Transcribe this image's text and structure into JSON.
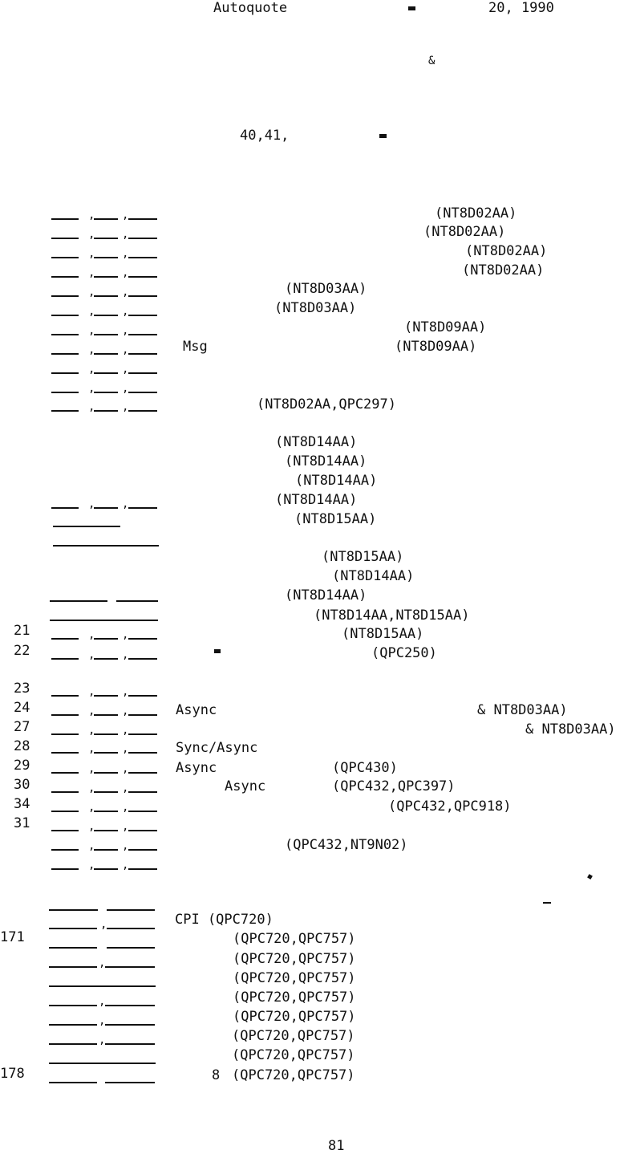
{
  "header": {
    "title": "Autoquote",
    "bullet": "▪",
    "date": "20, 1990",
    "ampersand": "&",
    "numbers": "40,41,",
    "bullet2": "▪"
  },
  "top_rows": [
    {
      "num": "",
      "blanks": "date",
      "label": "",
      "code": "(NT8D02AA)"
    },
    {
      "num": "",
      "blanks": "date",
      "label": "",
      "code": "(NT8D02AA)"
    },
    {
      "num": "",
      "blanks": "date",
      "label": "",
      "code": "(NT8D02AA)"
    },
    {
      "num": "",
      "blanks": "date",
      "label": "",
      "code": "(NT8D02AA)"
    },
    {
      "num": "",
      "blanks": "date",
      "label": "",
      "code": "(NT8D03AA)"
    },
    {
      "num": "",
      "blanks": "date",
      "label": "",
      "code": "(NT8D03AA)"
    },
    {
      "num": "",
      "blanks": "date",
      "label": "",
      "code": "(NT8D09AA)"
    },
    {
      "num": "",
      "blanks": "date",
      "label": "Msg",
      "code": "(NT8D09AA)"
    },
    {
      "num": "",
      "blanks": "date",
      "label": "",
      "code": ""
    },
    {
      "num": "",
      "blanks": "date",
      "label": "",
      "code": ""
    },
    {
      "num": "",
      "blanks": "date",
      "label": "",
      "code": "(NT8D02AA,QPC297)"
    }
  ],
  "middle_rows": [
    {
      "code": "(NT8D14AA)"
    },
    {
      "code": "(NT8D14AA)"
    },
    {
      "code": "(NT8D14AA)"
    },
    {
      "code": "(NT8D14AA)"
    },
    {
      "code": "(NT8D15AA)"
    },
    {
      "code": "(NT8D15AA)"
    },
    {
      "code": "(NT8D14AA)"
    },
    {
      "code": "(NT8D14AA)"
    },
    {
      "code": "(NT8D14AA,NT8D15AA)"
    },
    {
      "code": "(NT8D15AA)"
    },
    {
      "code": "(QPC250)"
    }
  ],
  "row_numbers": {
    "n21": "21",
    "n22": "22",
    "n23": "23",
    "n24": "24",
    "n27": "27",
    "n28": "28",
    "n29": "29",
    "n30": "30",
    "n34": "34",
    "n31": "31",
    "n171": "171",
    "n178": "178"
  },
  "lower_rows": {
    "r24_label": "Async",
    "r24_code": "& NT8D03AA)",
    "r27_code": "& NT8D03AA)",
    "r28_label": "Sync/Async",
    "r29_label": "Async",
    "r29_code": "(QPC430)",
    "r30_label": "Async",
    "r30_code": "(QPC432,QPC397)",
    "r34_code": "(QPC432,QPC918)",
    "r35_code": "(QPC432,NT9N02)"
  },
  "bottom_rows": {
    "cpi": "CPI (QPC720)",
    "codes": [
      "(QPC720,QPC757)",
      "(QPC720,QPC757)",
      "(QPC720,QPC757)",
      "(QPC720,QPC757)",
      "(QPC720,QPC757)",
      "(QPC720,QPC757)",
      "(QPC720,QPC757)",
      "(QPC720,QPC757)"
    ],
    "last_prefix": "8"
  },
  "footer": {
    "page_number": "81"
  }
}
